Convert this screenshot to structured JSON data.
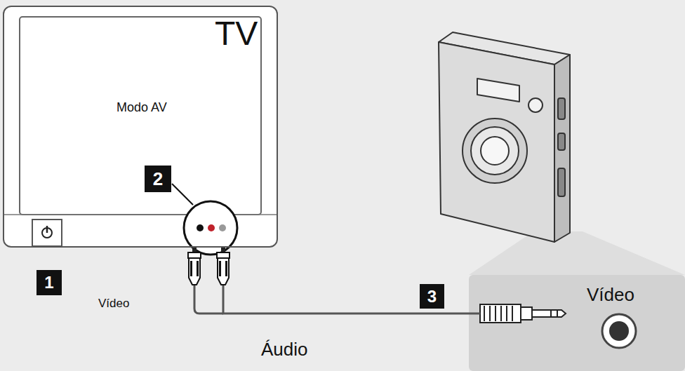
{
  "diagram": {
    "nodes": [
      {
        "text": [
          "TV",
          "Modo AV"
        ]
      },
      {
        "text": [
          "Vídeo"
        ]
      }
    ],
    "edges": [
      {
        "from": 0,
        "to": 1,
        "arrow": "none"
      }
    ],
    "labels": [
      "1",
      "2",
      "Vídeo",
      "Áudio",
      "3"
    ]
  }
}
